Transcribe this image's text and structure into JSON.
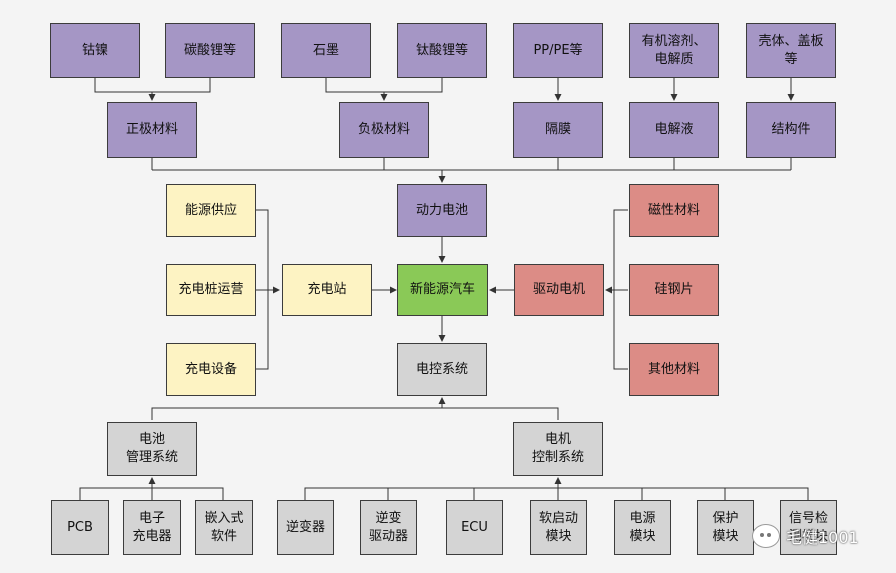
{
  "nodes": {
    "cobalt_nickel": "钴镍",
    "lithium_carbonate": "碳酸锂等",
    "graphite": "石墨",
    "lithium_titanate": "钛酸锂等",
    "pp_pe": "PP/PE等",
    "organic_solvent": "有机溶剂、\n电解质",
    "shell_cover": "壳体、盖板\n等",
    "cathode": "正极材料",
    "anode": "负极材料",
    "separator": "隔膜",
    "electrolyte": "电解液",
    "structural_parts": "结构件",
    "power_supply": "能源供应",
    "power_battery": "动力电池",
    "magnetic_material": "磁性材料",
    "charging_pile_op": "充电桩运营",
    "charging_station": "充电站",
    "nev": "新能源汽车",
    "drive_motor": "驱动电机",
    "silicon_steel": "硅钢片",
    "charging_equipment": "充电设备",
    "electronic_control": "电控系统",
    "other_materials": "其他材料",
    "bms": "电池\n管理系统",
    "mcs": "电机\n控制系统",
    "pcb": "PCB",
    "electronic_charger": "电子\n充电器",
    "embedded_software": "嵌入式\n软件",
    "inverter": "逆变器",
    "inverter_driver": "逆变\n驱动器",
    "ecu": "ECU",
    "soft_start": "软启动\n模块",
    "power_module": "电源\n模块",
    "protection_module": "保护\n模块",
    "signal_detection": "信号检\n测模块"
  },
  "watermark": {
    "text": "毛健1001",
    "icon": "wechat-icon"
  },
  "colors": {
    "purple": "#a596c5",
    "yellow": "#fdf3c3",
    "green": "#8ac957",
    "red": "#dc8c86",
    "gray": "#d4d4d4",
    "line": "#333333"
  }
}
